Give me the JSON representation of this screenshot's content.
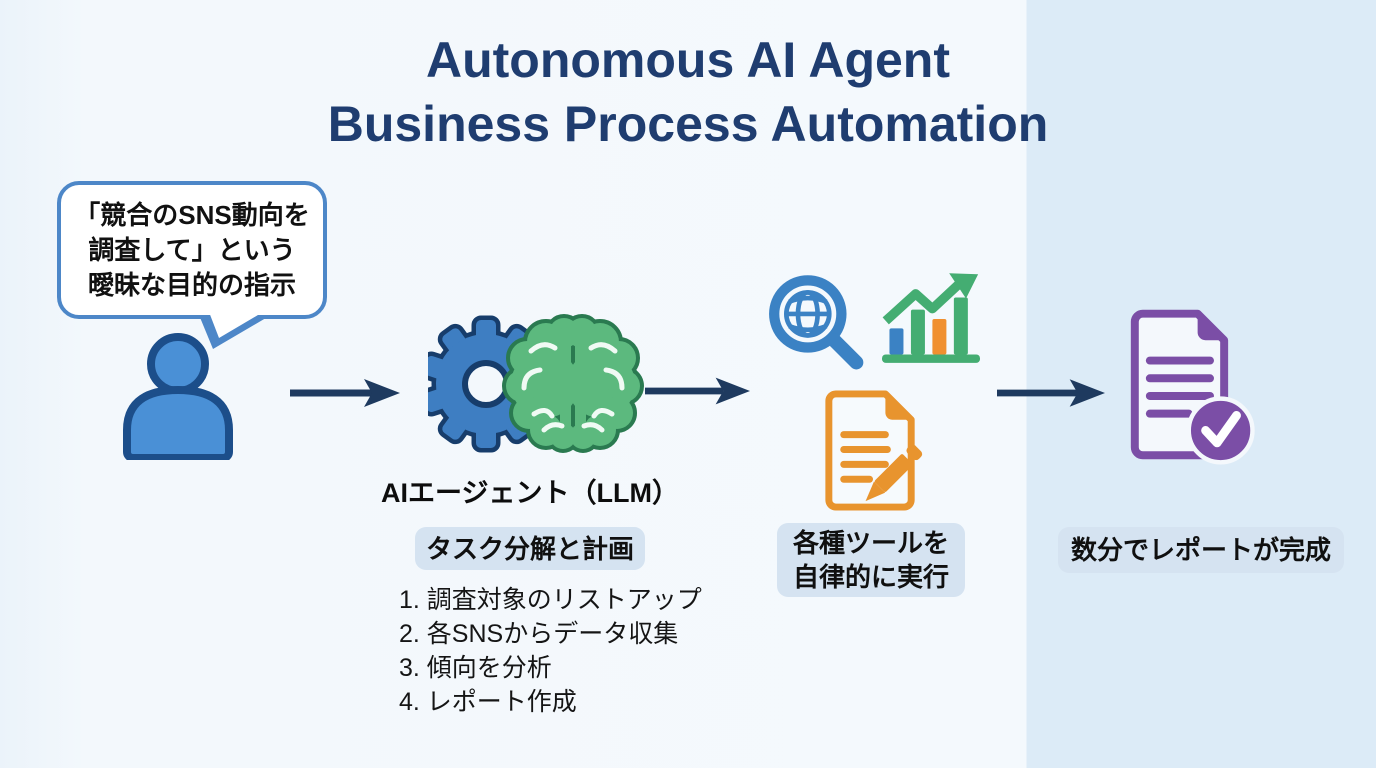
{
  "title": {
    "line1": "Autonomous AI Agent",
    "line2": "Business Process Automation"
  },
  "speech_bubble": {
    "lines": [
      "「競合のSNS動向を",
      "調査して」という",
      "曖昧な目的の指示"
    ]
  },
  "flow": {
    "user": {
      "icon": "user-icon"
    },
    "agent": {
      "icon": "gear-brain-icon",
      "label": "AIエージェント（LLM）",
      "plan_badge": "タスク分解と計画",
      "steps": [
        "1. 調査対象のリストアップ",
        "2. 各SNSからデータ収集",
        "3. 傾向を分析",
        "4. レポート作成"
      ]
    },
    "tools": {
      "icons": [
        "web-search-icon",
        "bar-chart-icon",
        "document-edit-icon"
      ],
      "badge_lines": [
        "各種ツールを",
        "自律的に実行"
      ]
    },
    "result": {
      "icon": "report-check-icon",
      "badge": "数分でレポートが完成"
    }
  },
  "colors": {
    "title_navy": "#1f3d70",
    "arrow_navy": "#1e3a5f",
    "person_blue": "#4a90d6",
    "person_outline": "#1c4e8a",
    "bubble_border": "#4d87c8",
    "badge_bg": "#d5e3f1",
    "gear_blue": "#3e7ec2",
    "gear_outline": "#173d6b",
    "brain_green": "#5cb97e",
    "brain_outline": "#2a7a50",
    "search_blue": "#3b82c4",
    "chart_green": "#44ad72",
    "chart_orange": "#f09030",
    "doc_orange": "#e8942e",
    "report_purple": "#7b4ea6",
    "bg_main": "#f4f9fd",
    "bg_right": "#dcebf7"
  }
}
